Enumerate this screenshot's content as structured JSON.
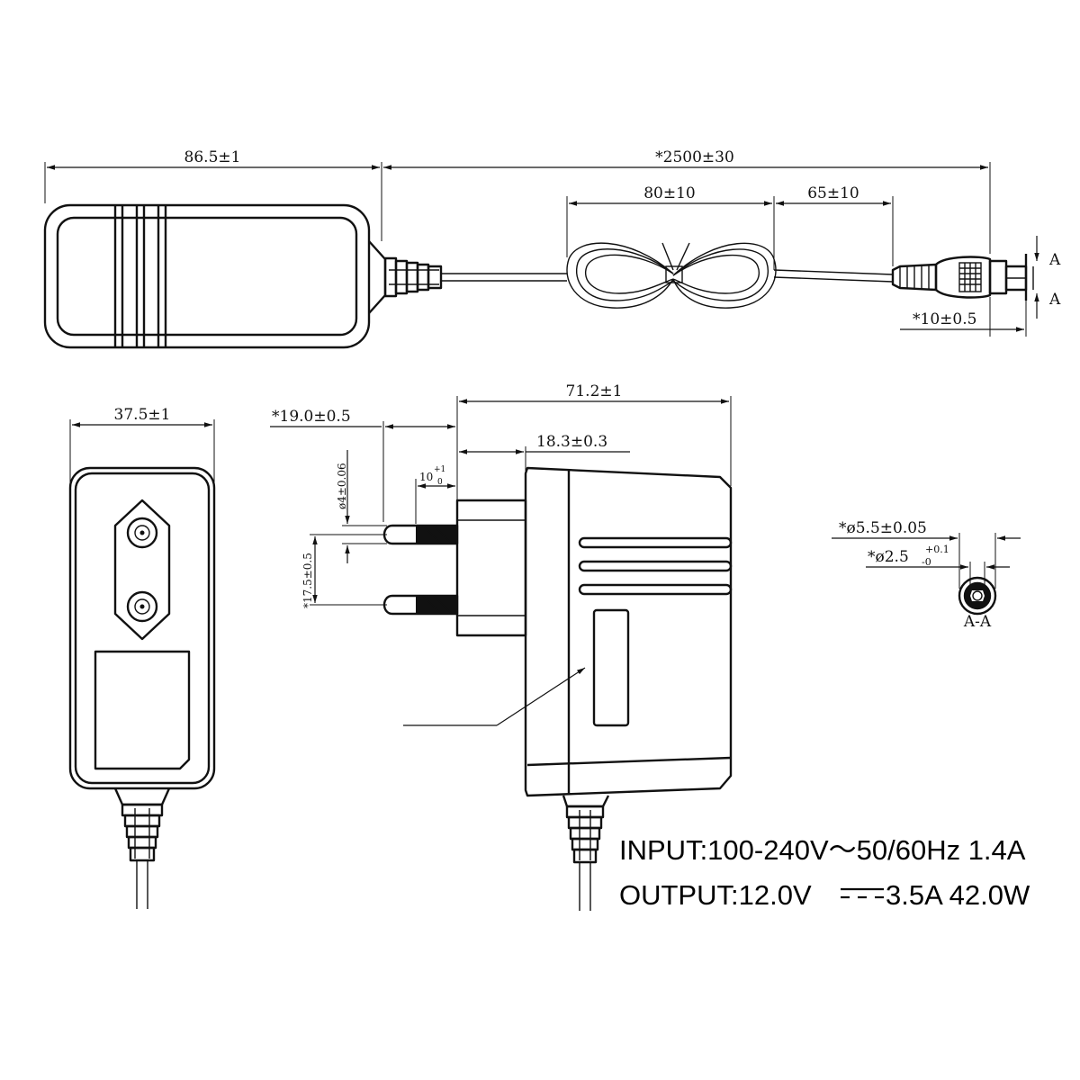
{
  "dimensions": {
    "body_length": "86.5±1",
    "cable_length": "*2500±30",
    "coil_length": "80±10",
    "tail_length": "65±10",
    "tip_length": "*10±0.5",
    "section_marker": "A",
    "front_width": "37.5±1",
    "pin_length": "*19.0±0.5",
    "pin_diameter": "ø4±0.06",
    "pin_spacing": "*17.5±0.5",
    "pin_chamfer": "10",
    "pin_chamfer_tol": "+1",
    "pin_chamfer_tol_low": "0",
    "side_depth": "71.2±1",
    "plug_base_depth": "18.3±0.3",
    "outer_diameter": "*ø5.5±0.05",
    "inner_diameter": "*ø2.5",
    "inner_tol_high": "+0.1",
    "inner_tol_low": "-0",
    "section_label": "A-A"
  },
  "specs": {
    "input": "INPUT:100-240V～50/60Hz  1.4A",
    "output_prefix": "OUTPUT:12.0V",
    "output_suffix": "3.5A   42.0W"
  }
}
